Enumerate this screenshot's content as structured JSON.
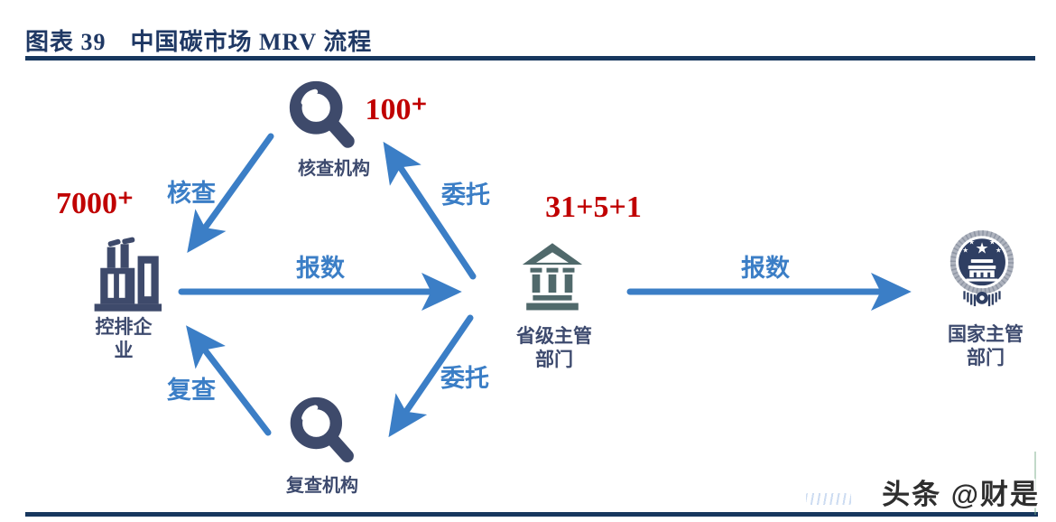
{
  "figure": {
    "title": "图表 39　中国碳市场 MRV 流程"
  },
  "palette": {
    "title_navy": "#1F3864",
    "rule_navy": "#17375E",
    "arrow_blue": "#3B7EC6",
    "number_red": "#C00000",
    "icon_navy": "#3E4A6B",
    "icon_slate": "#50696B",
    "emblem_navy": "#2F3F63",
    "label_navy": "#3D4A6E"
  },
  "nodes": {
    "enterprise": {
      "count": "7000⁺",
      "lines": [
        "控排企",
        "业"
      ]
    },
    "verifier": {
      "count": "100⁺",
      "lines": [
        "核查机构"
      ]
    },
    "reviewer": {
      "lines": [
        "复查机构"
      ]
    },
    "provincial": {
      "count": "31+5+1",
      "lines": [
        "省级主管",
        "部门"
      ]
    },
    "national": {
      "lines": [
        "国家主管",
        "部门"
      ]
    }
  },
  "edges": {
    "verify": {
      "label": "核查",
      "from": "核查机构",
      "to": "控排企业"
    },
    "report_local": {
      "label": "报数",
      "from": "控排企业",
      "to": "省级主管部门"
    },
    "entrust_verify": {
      "label": "委托",
      "from": "省级主管部门",
      "to": "核查机构"
    },
    "entrust_review": {
      "label": "委托",
      "from": "省级主管部门",
      "to": "复查机构"
    },
    "review": {
      "label": "复查",
      "from": "复查机构",
      "to": "控排企业"
    },
    "report_national": {
      "label": "报数",
      "from": "省级主管部门",
      "to": "国家主管部门"
    }
  },
  "watermark": {
    "credit": "头条 @财是"
  }
}
